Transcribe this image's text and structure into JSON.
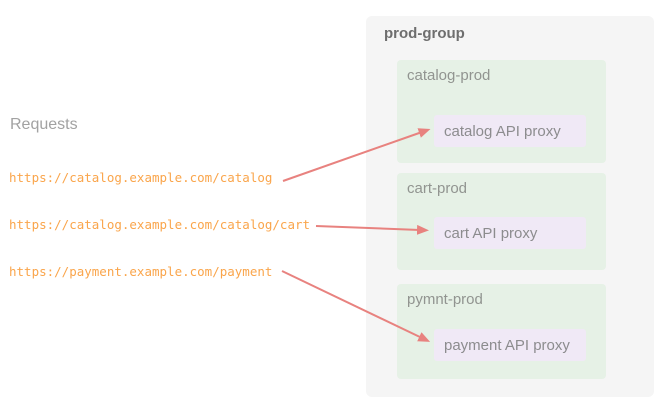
{
  "left": {
    "requests_label": "Requests",
    "urls": [
      "https://catalog.example.com/catalog",
      "https://catalog.example.com/catalog/cart",
      "https://payment.example.com/payment"
    ]
  },
  "group": {
    "title": "prod-group",
    "environments": [
      {
        "name": "catalog-prod",
        "proxy": "catalog API proxy"
      },
      {
        "name": "cart-prod",
        "proxy": "cart API proxy"
      },
      {
        "name": "pymnt-prod",
        "proxy": "payment API proxy"
      }
    ]
  },
  "colors": {
    "group_bg": "#f5f5f5",
    "environment_bg": "#e6f1e6",
    "proxy_bg": "#f0e9f6",
    "arrow": "#e8827f",
    "url_text": "#faa54b",
    "requests_text": "#a2a2a2",
    "group_title_text": "#6e6e6e",
    "environment_text": "#919490",
    "proxy_text": "#8c8c8e"
  }
}
